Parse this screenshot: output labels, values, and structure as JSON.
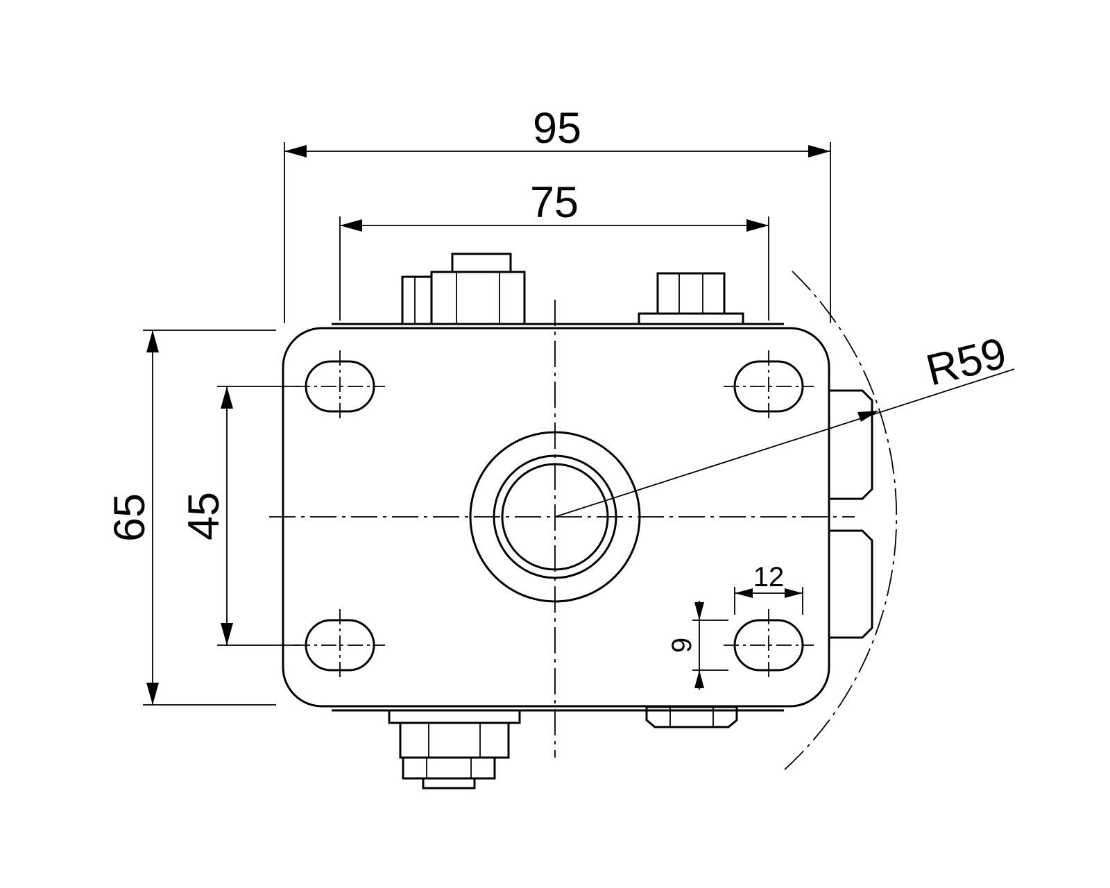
{
  "page": {
    "background": "#ffffff",
    "ink": "#000000"
  },
  "drawing": {
    "kind": "engineering-drawing",
    "description": "Dimensioned top view of a caster mounting plate with four slotted holes, central swivel boss, fixing bolts and wheel outline",
    "dimensions": {
      "overall_width": "95",
      "slot_spacing_horizontal": "75",
      "overall_depth": "65",
      "slot_spacing_vertical": "45",
      "slot_length": "12",
      "slot_width": "9",
      "wheel_radius": "R59"
    }
  }
}
